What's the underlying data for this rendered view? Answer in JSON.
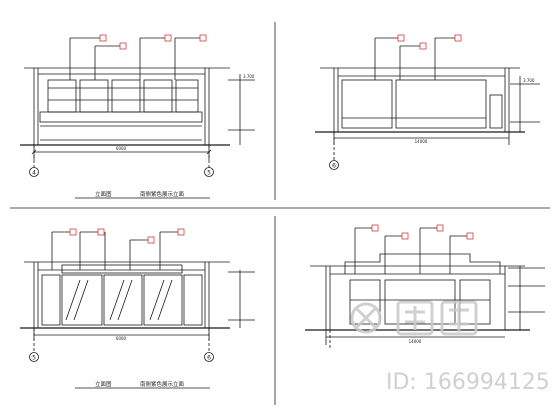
{
  "watermark": {
    "logo_text": "知末",
    "id_text": "ID: 166994125"
  },
  "panels": [
    {
      "caption": "南侧紫色展示立面",
      "label": "立面图"
    },
    {
      "caption": "",
      "label": ""
    },
    {
      "caption": "南侧紫色展示立面",
      "label": "立面图"
    },
    {
      "caption": "",
      "label": ""
    }
  ],
  "axis_labels": [
    "4",
    "5",
    "6",
    "5",
    "6"
  ],
  "dims": {
    "p1_bottom": "6000",
    "p2_bottom": "14000",
    "p3_bottom": "6000",
    "p4_bottom": "14000",
    "p1_right_level": "3.700",
    "p2_right_level": "3.700"
  },
  "colors": {
    "line": "#1a1a1a",
    "tag_red": "#cc2222",
    "watermark": "#c8c8c8"
  }
}
